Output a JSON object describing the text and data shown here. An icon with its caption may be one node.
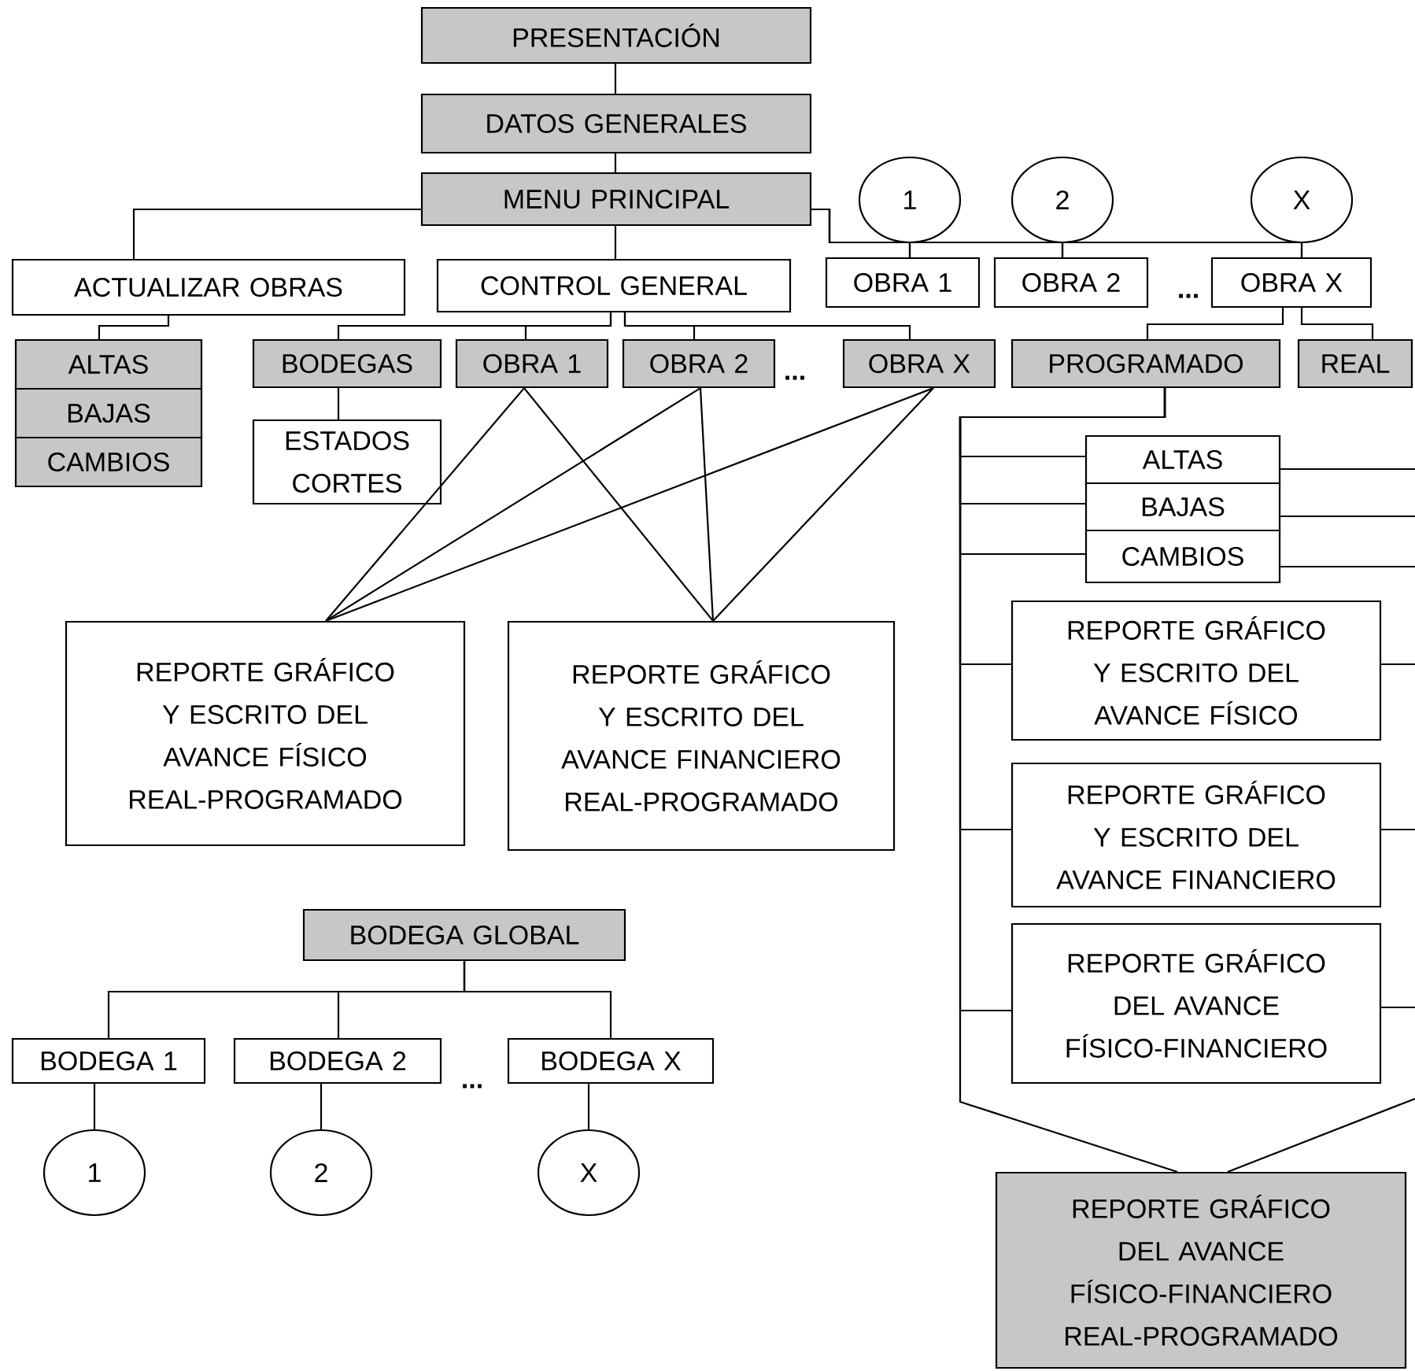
{
  "diagram": {
    "nodes": [
      {
        "text": [
          "PRESENTACIÓN"
        ]
      },
      {
        "text": [
          "DATOS GENERALES"
        ]
      },
      {
        "text": [
          "MENU PRINCIPAL"
        ]
      },
      {
        "text": [
          "1"
        ]
      },
      {
        "text": [
          "2"
        ]
      },
      {
        "text": [
          "X"
        ]
      },
      {
        "text": [
          "ACTUALIZAR OBRAS"
        ]
      },
      {
        "text": [
          "CONTROL GENERAL"
        ]
      },
      {
        "text": [
          "OBRA 1"
        ]
      },
      {
        "text": [
          "OBRA 2"
        ]
      },
      {
        "text": [
          "OBRA X"
        ]
      },
      {
        "text": [
          "ALTAS"
        ]
      },
      {
        "text": [
          "BAJAS"
        ]
      },
      {
        "text": [
          "CAMBIOS"
        ]
      },
      {
        "text": [
          "BODEGAS"
        ]
      },
      {
        "text": [
          "OBRA 1"
        ]
      },
      {
        "text": [
          "OBRA 2"
        ]
      },
      {
        "text": [
          "OBRA X"
        ]
      },
      {
        "text": [
          "PROGRAMADO"
        ]
      },
      {
        "text": [
          "REAL"
        ]
      },
      {
        "text": [
          "ESTADOS CORTES"
        ]
      },
      {
        "text": [
          "REPORTE GRÁFICO Y ESCRITO DEL AVANCE FÍSICO REAL-PROGRAMADO"
        ]
      },
      {
        "text": [
          "REPORTE GRÁFICO Y ESCRITO DEL AVANCE FINANCIERO REAL-PROGRAMADO"
        ]
      },
      {
        "text": [
          "ALTAS"
        ]
      },
      {
        "text": [
          "BAJAS"
        ]
      },
      {
        "text": [
          "CAMBIOS"
        ]
      },
      {
        "text": [
          "REPORTE GRÁFICO Y ESCRITO DEL AVANCE FÍSICO"
        ]
      },
      {
        "text": [
          "REPORTE GRÁFICO Y ESCRITO DEL AVANCE FINANCIERO"
        ]
      },
      {
        "text": [
          "REPORTE GRÁFICO DEL AVANCE FÍSICO-FINANCIERO"
        ]
      },
      {
        "text": [
          "REPORTE GRÁFICO DEL AVANCE FÍSICO-FINANCIERO REAL-PROGRAMADO"
        ]
      },
      {
        "text": [
          "BODEGA GLOBAL"
        ]
      },
      {
        "text": [
          "BODEGA 1"
        ]
      },
      {
        "text": [
          "BODEGA 2"
        ]
      },
      {
        "text": [
          "BODEGA X"
        ]
      },
      {
        "text": [
          "1"
        ]
      },
      {
        "text": [
          "2"
        ]
      },
      {
        "text": [
          "X"
        ]
      }
    ],
    "edges": [
      {
        "from": 0,
        "to": 1,
        "arrow": "none"
      },
      {
        "from": 1,
        "to": 2,
        "arrow": "none"
      },
      {
        "from": 2,
        "to": 6,
        "arrow": "none"
      },
      {
        "from": 2,
        "to": 7,
        "arrow": "none"
      },
      {
        "from": 2,
        "to": 8,
        "arrow": "none"
      },
      {
        "from": 2,
        "to": 9,
        "arrow": "none"
      },
      {
        "from": 2,
        "to": 10,
        "arrow": "none"
      },
      {
        "from": 3,
        "to": 8,
        "arrow": "none"
      },
      {
        "from": 4,
        "to": 9,
        "arrow": "none"
      },
      {
        "from": 5,
        "to": 10,
        "arrow": "none"
      },
      {
        "from": 6,
        "to": 11,
        "arrow": "none"
      },
      {
        "from": 7,
        "to": 14,
        "arrow": "none"
      },
      {
        "from": 7,
        "to": 15,
        "arrow": "none"
      },
      {
        "from": 7,
        "to": 16,
        "arrow": "none"
      },
      {
        "from": 7,
        "to": 17,
        "arrow": "none"
      },
      {
        "from": 14,
        "to": 20,
        "arrow": "none"
      },
      {
        "from": 15,
        "to": 21,
        "arrow": "none"
      },
      {
        "from": 15,
        "to": 22,
        "arrow": "none"
      },
      {
        "from": 16,
        "to": 21,
        "arrow": "none"
      },
      {
        "from": 16,
        "to": 22,
        "arrow": "none"
      },
      {
        "from": 17,
        "to": 21,
        "arrow": "none"
      },
      {
        "from": 17,
        "to": 22,
        "arrow": "none"
      },
      {
        "from": 10,
        "to": 18,
        "arrow": "none"
      },
      {
        "from": 10,
        "to": 19,
        "arrow": "none"
      },
      {
        "from": 18,
        "to": 23,
        "arrow": "none"
      },
      {
        "from": 18,
        "to": 24,
        "arrow": "none"
      },
      {
        "from": 18,
        "to": 25,
        "arrow": "none"
      },
      {
        "from": 18,
        "to": 26,
        "arrow": "none"
      },
      {
        "from": 18,
        "to": 27,
        "arrow": "none"
      },
      {
        "from": 18,
        "to": 28,
        "arrow": "none"
      },
      {
        "from": 18,
        "to": 29,
        "arrow": "none"
      },
      {
        "from": null,
        "to": 23,
        "arrow": "none"
      },
      {
        "from": null,
        "to": 24,
        "arrow": "none"
      },
      {
        "from": null,
        "to": 25,
        "arrow": "none"
      },
      {
        "from": null,
        "to": 26,
        "arrow": "none"
      },
      {
        "from": null,
        "to": 27,
        "arrow": "none"
      },
      {
        "from": null,
        "to": 28,
        "arrow": "none"
      },
      {
        "from": null,
        "to": 29,
        "arrow": "none"
      },
      {
        "from": 30,
        "to": 31,
        "arrow": "none"
      },
      {
        "from": 30,
        "to": 32,
        "arrow": "none"
      },
      {
        "from": 30,
        "to": 33,
        "arrow": "none"
      },
      {
        "from": 31,
        "to": 34,
        "arrow": "none"
      },
      {
        "from": 32,
        "to": 35,
        "arrow": "none"
      },
      {
        "from": 33,
        "to": 36,
        "arrow": "none"
      }
    ],
    "labels": [
      "...",
      "...",
      "..."
    ]
  }
}
